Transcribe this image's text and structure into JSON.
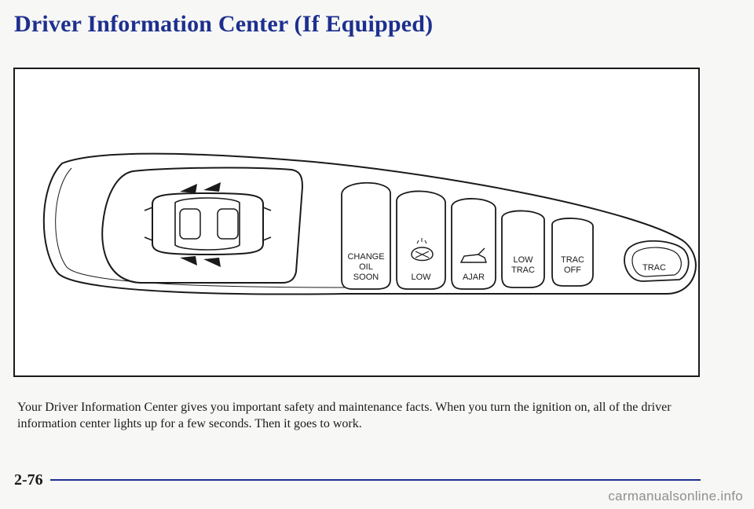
{
  "page": {
    "title": "Driver Information Center (If Equipped)",
    "body": "Your Driver Information Center gives you important safety and maintenance facts. When you turn the ignition on, all of the driver information center lights up for a few seconds. Then it goes to work.",
    "page_number": "2-76",
    "watermark": "carmanualsonline.info"
  },
  "panel": {
    "indicators": [
      {
        "lines": [
          "CHANGE",
          "OIL",
          "SOON"
        ],
        "icon": "none"
      },
      {
        "lines": [
          "LOW"
        ],
        "icon": "washer-fluid-icon"
      },
      {
        "lines": [
          "AJAR"
        ],
        "icon": "trunk-ajar-icon"
      },
      {
        "lines": [
          "LOW",
          "TRAC"
        ],
        "icon": "none"
      },
      {
        "lines": [
          "TRAC",
          "OFF"
        ],
        "icon": "none"
      }
    ],
    "button_label": "TRAC"
  },
  "colors": {
    "title": "#1d2f8f",
    "rule": "#1d2f8f"
  }
}
